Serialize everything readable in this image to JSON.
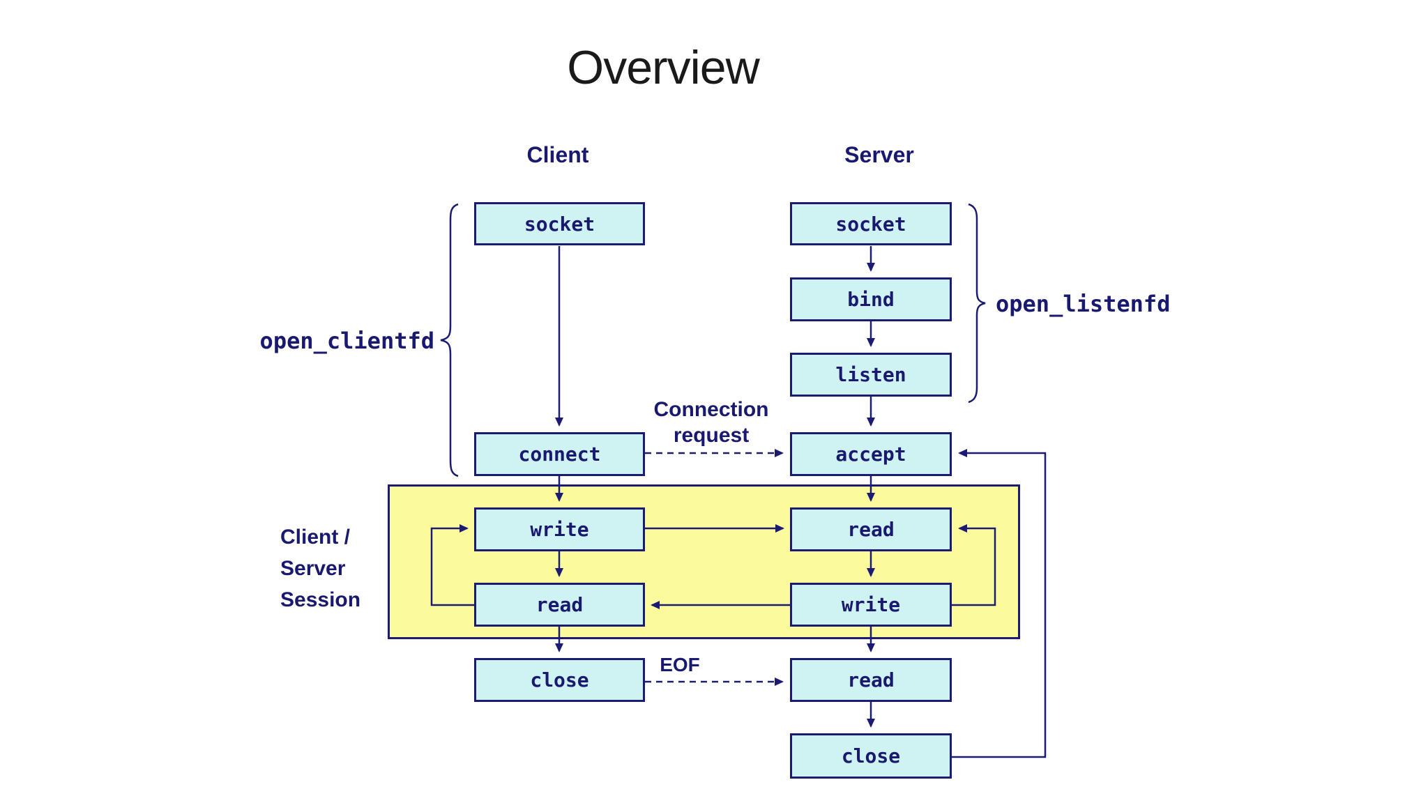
{
  "title": "Overview",
  "headers": {
    "client": "Client",
    "server": "Server"
  },
  "client_boxes": [
    {
      "label": "socket"
    },
    {
      "label": "connect"
    },
    {
      "label": "write"
    },
    {
      "label": "read"
    },
    {
      "label": "close"
    }
  ],
  "server_boxes": [
    {
      "label": "socket"
    },
    {
      "label": "bind"
    },
    {
      "label": "listen"
    },
    {
      "label": "accept"
    },
    {
      "label": "read"
    },
    {
      "label": "write"
    },
    {
      "label": "read"
    },
    {
      "label": "close"
    }
  ],
  "annotations": {
    "open_clientfd": "open_clientfd",
    "open_listenfd": "open_listenfd",
    "connection_request_line1": "Connection",
    "connection_request_line2": "request",
    "eof": "EOF",
    "session_line1": "Client /",
    "session_line2": "Server",
    "session_line3": "Session"
  },
  "colors": {
    "text_navy": "#191970",
    "line_navy": "#1b1b73",
    "box_fill": "#cff2f2",
    "session_fill": "#fbfb9d",
    "title_color": "#1a1a1a",
    "background": "#ffffff"
  }
}
